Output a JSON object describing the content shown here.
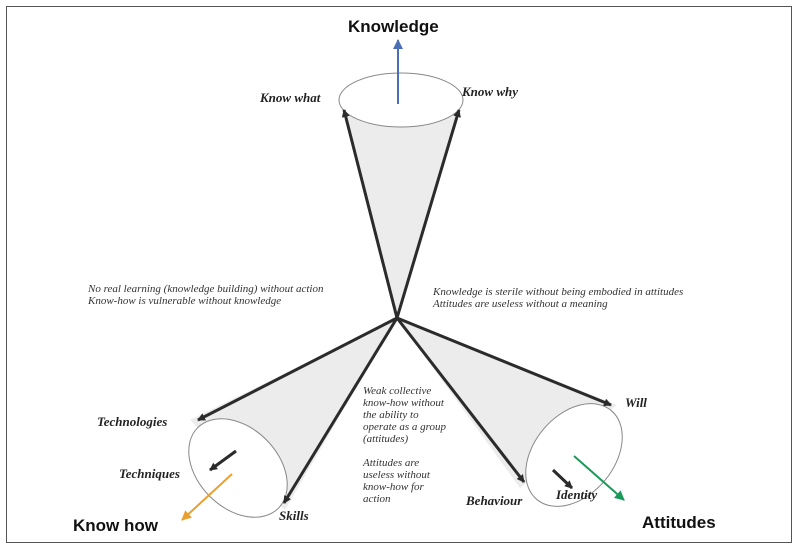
{
  "axes": {
    "top": "Knowledge",
    "left": "Know how",
    "right": "Attitudes"
  },
  "cones": {
    "knowledge": {
      "left": "Know what",
      "right": "Know why"
    },
    "know_how": {
      "outer": "Technologies",
      "inner": "Techniques",
      "tip": "Skills"
    },
    "attitudes": {
      "outer": "Will",
      "inner": "Identity",
      "tip": "Behaviour"
    }
  },
  "notes": {
    "left": [
      "No real learning (knowledge building) without action",
      "Know-how is vulnerable without knowledge"
    ],
    "right": [
      "Knowledge is sterile without being embodied in attitudes",
      "Attitudes are useless without a meaning"
    ],
    "bottom": [
      "Weak collective",
      "know-how without",
      "the ability to",
      "operate as a group",
      "(attitudes)",
      "",
      "Attitudes are",
      "useless without",
      "know-how for",
      "action"
    ]
  },
  "colors": {
    "knowledge_arrow": "#4a6fb5",
    "know_how_arrow": "#e8a030",
    "attitudes_arrow": "#1a9a5a",
    "cone_fill": "#ececec",
    "lines": "#2b2b2b"
  }
}
